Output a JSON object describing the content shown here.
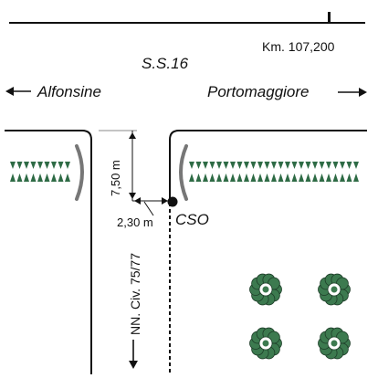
{
  "road": {
    "name": "S.S.16",
    "km_marker": "Km. 107,200",
    "direction_left": "Alfonsine",
    "direction_right": "Portomaggiore"
  },
  "side_street": {
    "label": "NN. Civ. 75/77"
  },
  "dimensions": {
    "vertical": "7,50 m",
    "horizontal": "2,30 m"
  },
  "point": {
    "label": "CSO"
  },
  "legend_colors": {
    "hedge": "#2e6b45",
    "tree": "#3c7a4f",
    "line": "#111111"
  }
}
